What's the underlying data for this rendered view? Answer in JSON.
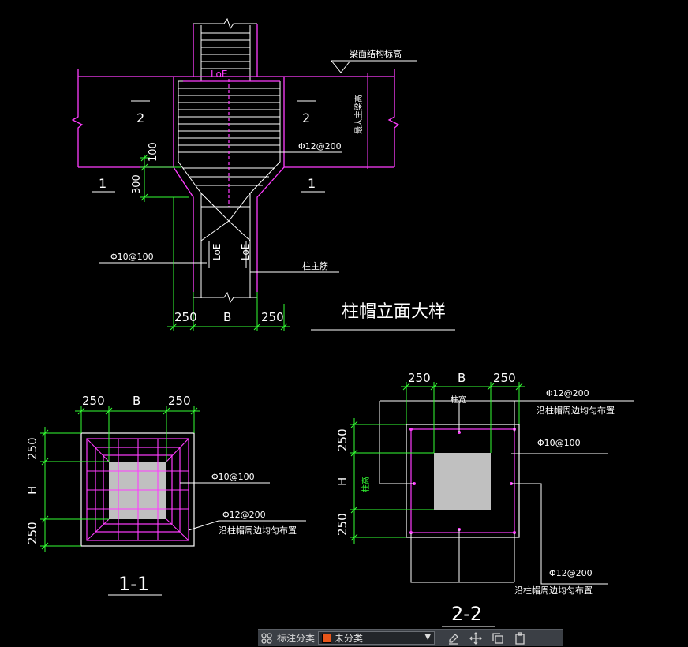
{
  "labels": {
    "beam_top_elev": "梁面结构标高",
    "beam_max_height": "最大主梁高",
    "loe_top": "LoE",
    "loe_left": "LoE",
    "loe_right": "LoE",
    "sec2_left": "2",
    "sec2_right": "2",
    "sec1_left": "1",
    "sec1_right": "1",
    "dim_100": "100",
    "dim_300": "300",
    "rebar_phi12_top": "Φ12@200",
    "rebar_phi10_elev": "Φ10@100",
    "column_main_bar": "柱主筋",
    "elev_dim_250_left": "250",
    "elev_dim_b": "B",
    "elev_dim_250_right": "250",
    "elevation_title": "柱帽立面大样",
    "s11_dim_250_left": "250",
    "s11_dim_b": "B",
    "s11_dim_250_right": "250",
    "s11_dim_250_top": "250",
    "s11_dim_h": "H",
    "s11_dim_250_bottom": "250",
    "s11_phi10": "Φ10@100",
    "s11_phi12": "Φ12@200",
    "s11_phi12_note": "沿柱帽周边均匀布置",
    "s11_title": "1-1",
    "s22_dim_250_left": "250",
    "s22_dim_b": "B",
    "s22_dim_250_right": "250",
    "s22_col_width": "柱宽",
    "s22_phi12_top": "Φ12@200",
    "s22_phi12_top_note": "沿柱帽周边均匀布置",
    "s22_phi10": "Φ10@100",
    "s22_dim_250_top": "250",
    "s22_dim_h": "H",
    "s22_col_height": "柱高",
    "s22_dim_250_bottom": "250",
    "s22_phi12_bottom": "Φ12@200",
    "s22_phi12_bottom_note": "沿柱帽周边均匀布置",
    "s22_title": "2-2"
  },
  "toolbar": {
    "category_label": "标注分类",
    "category_value": "未分类",
    "category_color": "#e8561a",
    "icons": [
      "grid-icon",
      "edit-icon",
      "move-icon",
      "copy-icon",
      "paste-icon"
    ]
  },
  "colors": {
    "background": "#000000",
    "magenta": "#ff3dff",
    "green": "#33ff33",
    "white": "#ffffff",
    "gray_fill": "#c0c0c0"
  }
}
